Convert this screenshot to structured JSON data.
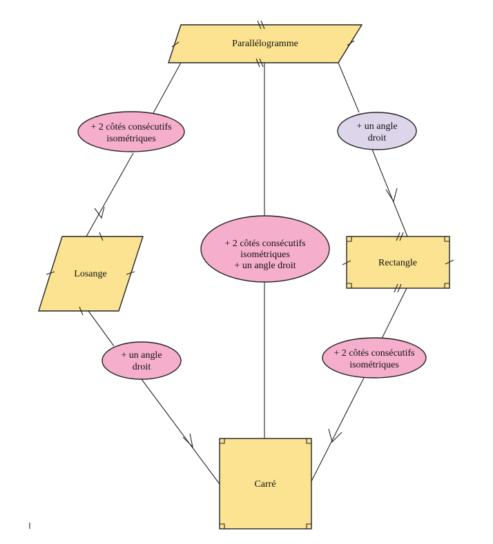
{
  "colors": {
    "shape_fill": "#fbe391",
    "ellipse_pink": "#f5aecb",
    "ellipse_lavender": "#ddd5ea",
    "stroke": "#222222",
    "background": "#ffffff"
  },
  "shapes": {
    "parallelogramme": "Parallélogramme",
    "losange": "Losange",
    "rectangle": "Rectangle",
    "carre": "Carré"
  },
  "conditions": {
    "left_top": [
      "+ 2 côtés consécutifs",
      "isométriques"
    ],
    "right_top": [
      "+ un angle",
      "droit"
    ],
    "center": [
      "+ 2 côtés consécutifs",
      "isométriques",
      "+ un angle droit"
    ],
    "left_bottom": [
      "+ un angle",
      "droit"
    ],
    "right_bottom": [
      "+ 2 côtés consécutifs",
      "isométriques"
    ]
  }
}
